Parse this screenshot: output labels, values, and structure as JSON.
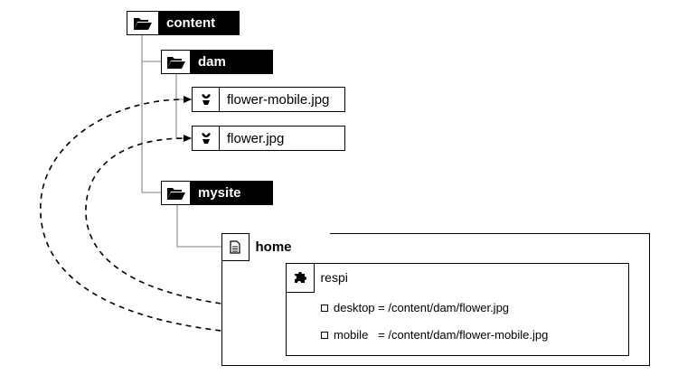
{
  "tree": {
    "content": {
      "label": "content",
      "icon": "folder-open-icon"
    },
    "dam": {
      "label": "dam",
      "icon": "folder-open-icon"
    },
    "flower_mobile": {
      "label": "flower-mobile.jpg",
      "icon": "flower-icon"
    },
    "flower": {
      "label": "flower.jpg",
      "icon": "flower-icon"
    },
    "mysite": {
      "label": "mysite",
      "icon": "folder-open-icon"
    },
    "home": {
      "label": "home",
      "icon": "page-icon"
    },
    "respi": {
      "label": "respi",
      "icon": "puzzle-piece-icon"
    }
  },
  "properties": [
    {
      "text": "desktop = /content/dam/flower.jpg"
    },
    {
      "text": "mobile   = /content/dam/flower-mobile.jpg"
    }
  ],
  "colors": {
    "dark_node": "#000000",
    "line": "#999999",
    "dashed_link": "#000000"
  }
}
